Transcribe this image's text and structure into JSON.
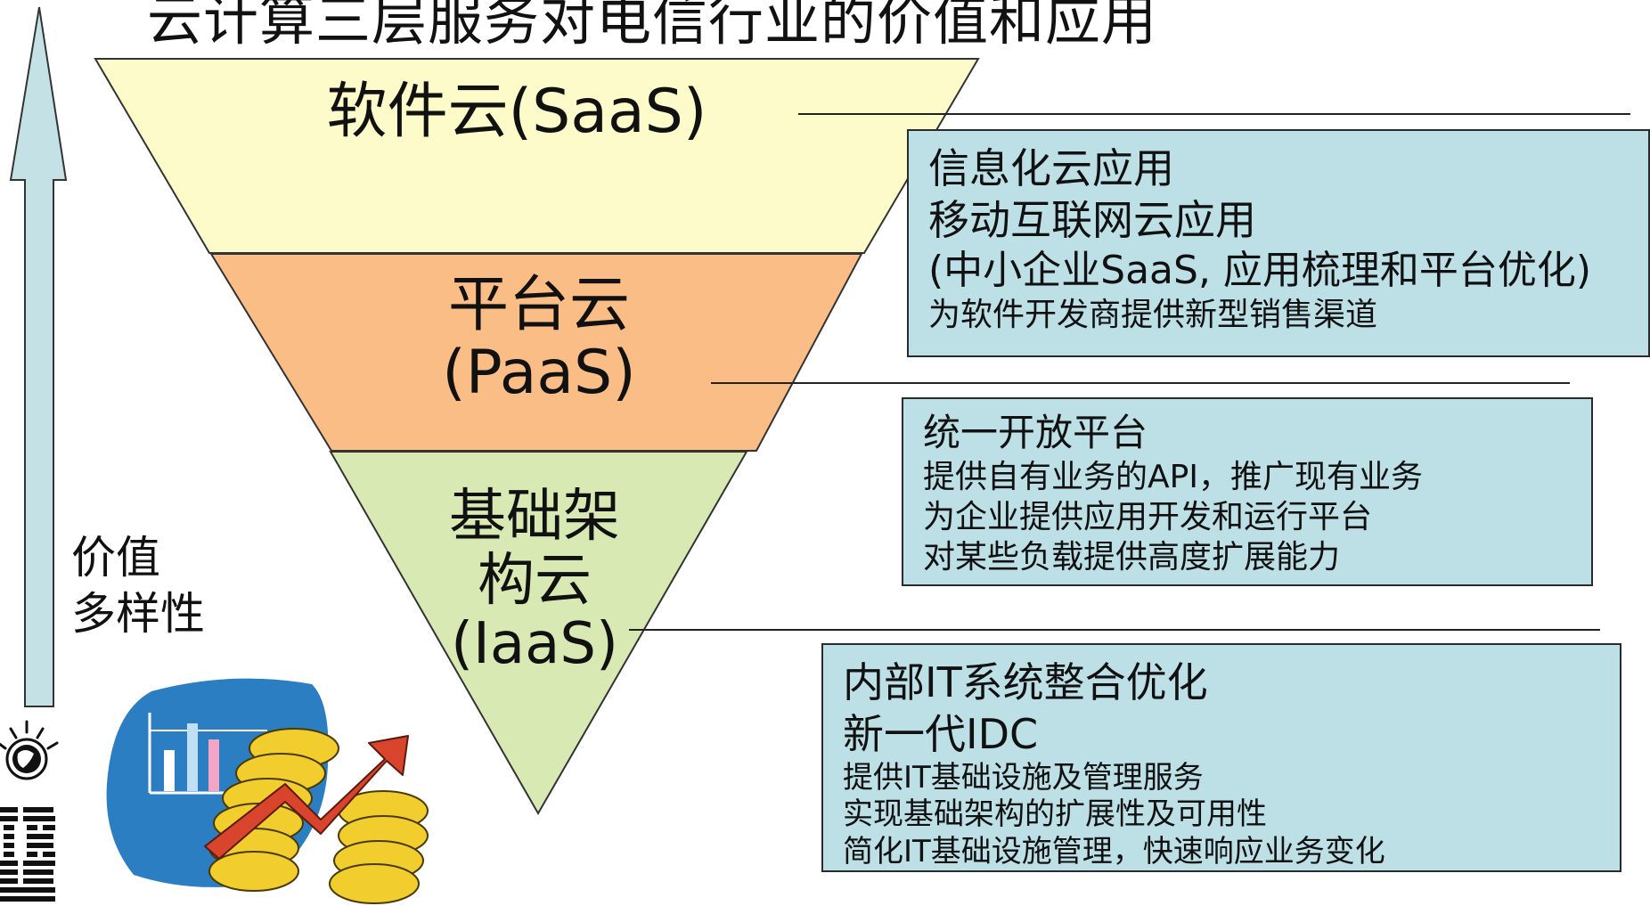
{
  "title": "云计算三层服务对电信行业的价值和应用",
  "tiers": [
    {
      "label": "软件云(SaaS)",
      "color": "#fcfbc9"
    },
    {
      "label": "平台云\n(PaaS)",
      "color": "#fbbd86"
    },
    {
      "label": "基础架\n构云\n(IaaS)",
      "color": "#d8e9b4"
    }
  ],
  "value_axis": {
    "label": "价值\n多样性",
    "arrow_color": "#c4e2e6"
  },
  "boxes": [
    {
      "color": "#bde0e6",
      "lines": [
        "信息化云应用",
        "移动互联网云应用",
        "(中小企业SaaS, 应用梳理和平台优化)",
        "为软件开发商提供新型销售渠道"
      ]
    },
    {
      "color": "#bde0e6",
      "lines": [
        "统一开放平台",
        "提供自有业务的API，推广现有业务",
        "为企业提供应用开发和运行平台",
        "对某些负载提供高度扩展能力"
      ]
    },
    {
      "color": "#bde0e6",
      "lines": [
        "内部IT系统整合优化",
        "新一代IDC",
        "提供IT基础设施及管理服务",
        "实现基础架构的扩展性及可用性",
        "简化IT基础设施管理，快速响应业务变化"
      ]
    }
  ],
  "clipart": {
    "icon": "chart-coins-growth-arrow",
    "colors": {
      "backdrop": "#2b7ec2",
      "coin": "#f2cd2e",
      "arrow": "#d8442c"
    }
  },
  "logo": {
    "icon": "ibm-smarter-planet-logo"
  }
}
